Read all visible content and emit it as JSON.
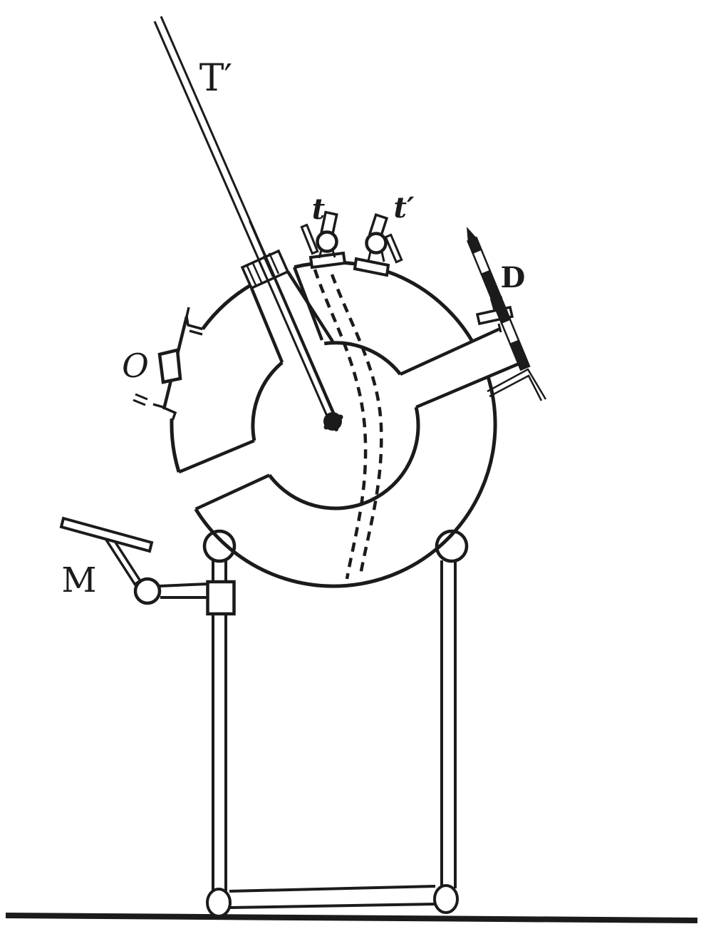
{
  "figure": {
    "description": "Engraved technical diagram of a spherical vessel apparatus on a two-legged stand",
    "colors": {
      "ink": "#1b1b1b",
      "background": "#ffffff"
    },
    "labels": {
      "tube_label": "T′",
      "left_stopcock_label": "t",
      "right_stopcock_label": "t′",
      "rod_label": "D",
      "port_label": "O",
      "handle_label": "M"
    }
  }
}
